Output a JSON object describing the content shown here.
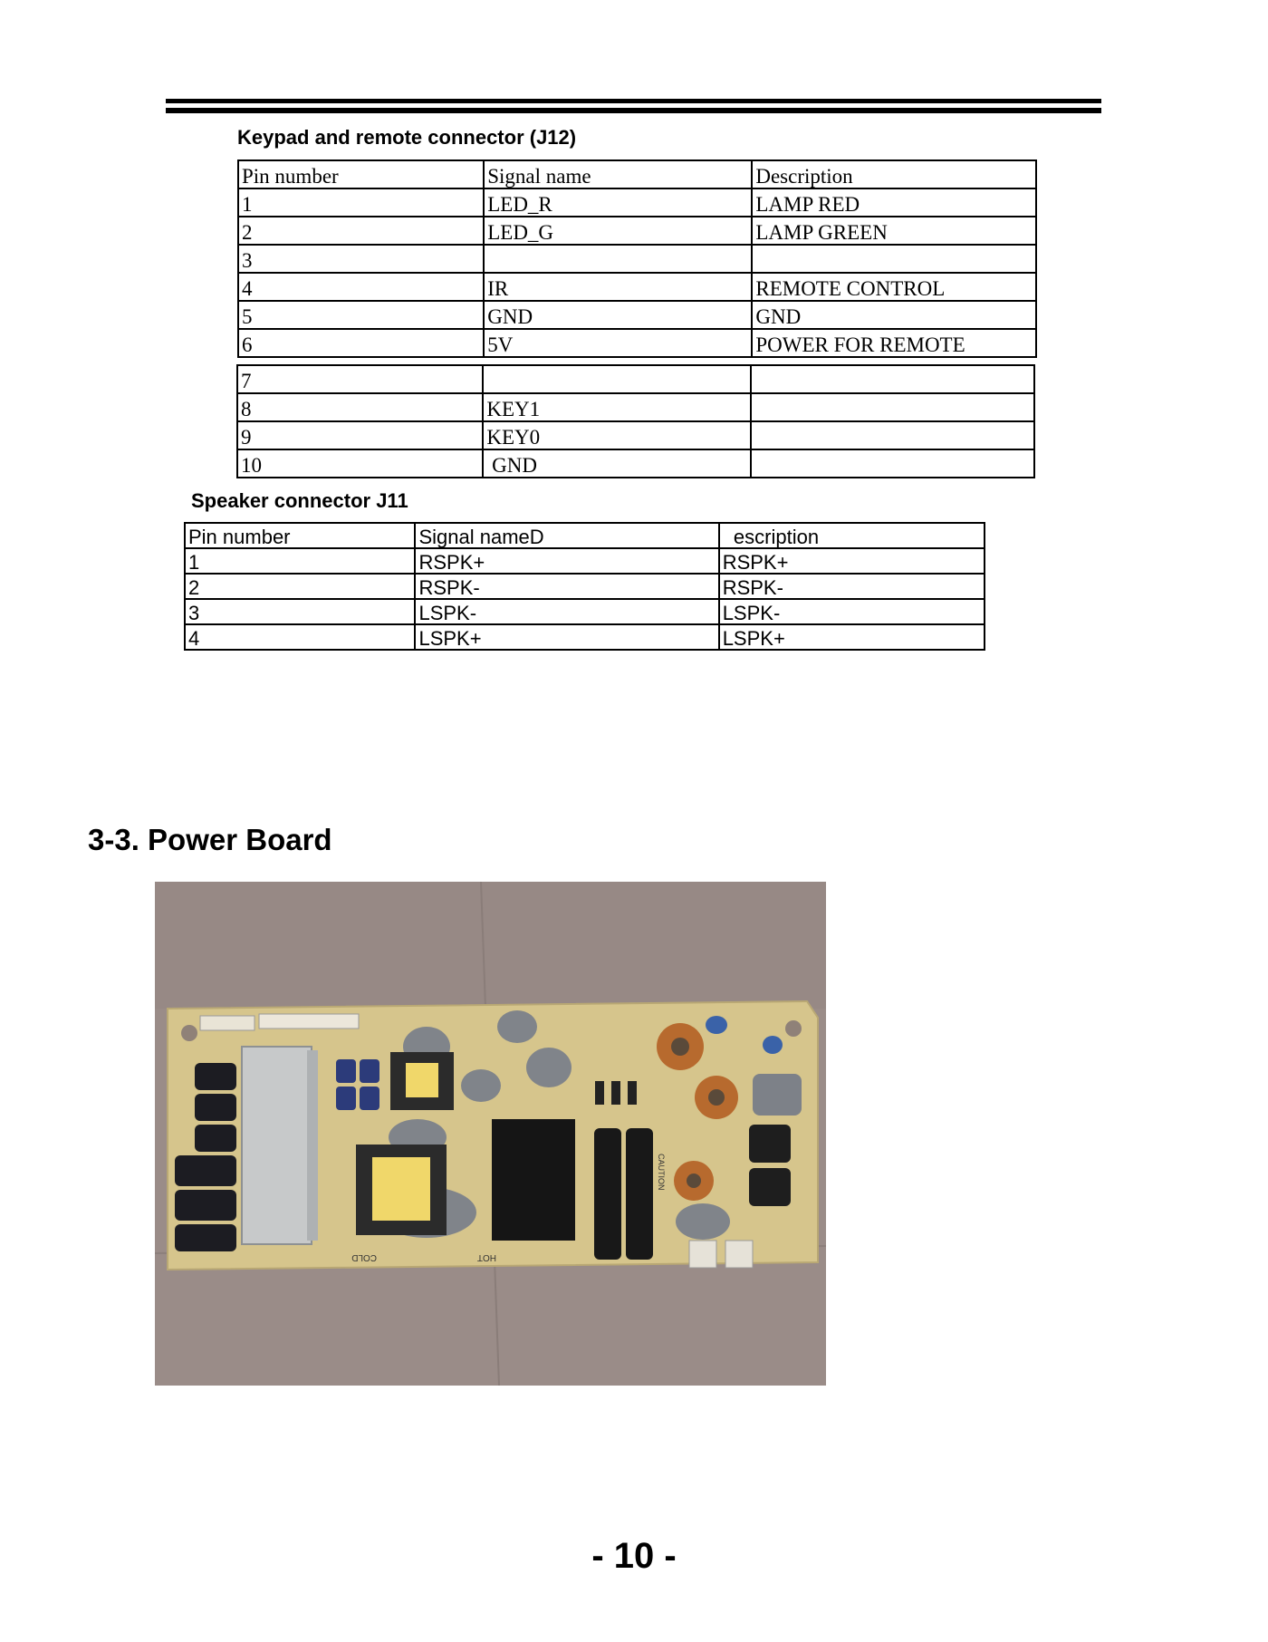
{
  "keypad_section": {
    "caption": "Keypad and remote connector (J12)",
    "headers": [
      "Pin number",
      "Signal name",
      "Description"
    ],
    "rows": [
      [
        "1",
        "LED_R",
        "LAMP RED"
      ],
      [
        "2",
        "LED_G",
        "LAMP GREEN"
      ],
      [
        "3",
        "",
        ""
      ],
      [
        "4",
        "IR",
        "REMOTE CONTROL"
      ],
      [
        "5",
        "GND",
        "GND"
      ],
      [
        "6",
        "5V",
        "POWER FOR REMOTE"
      ]
    ],
    "continuation_rows": [
      [
        "7",
        "",
        ""
      ],
      [
        "8",
        "KEY1",
        ""
      ],
      [
        "9",
        "KEY0",
        ""
      ],
      [
        "10",
        " GND",
        ""
      ]
    ]
  },
  "speaker_section": {
    "caption": "Speaker connector J11",
    "headers": [
      "Pin number",
      "Signal nameD",
      "  escription"
    ],
    "rows": [
      [
        "1",
        "RSPK+",
        "RSPK+"
      ],
      [
        "2",
        "RSPK-",
        "RSPK-"
      ],
      [
        "3",
        "LSPK-",
        "LSPK-"
      ],
      [
        "4",
        "LSPK+",
        "LSPK+"
      ]
    ]
  },
  "power_section": {
    "title": "3-3. Power Board",
    "board_markings": [
      "COLD",
      "HOT",
      "CAUTION"
    ]
  },
  "footer": {
    "page_number": "- 10 -"
  }
}
